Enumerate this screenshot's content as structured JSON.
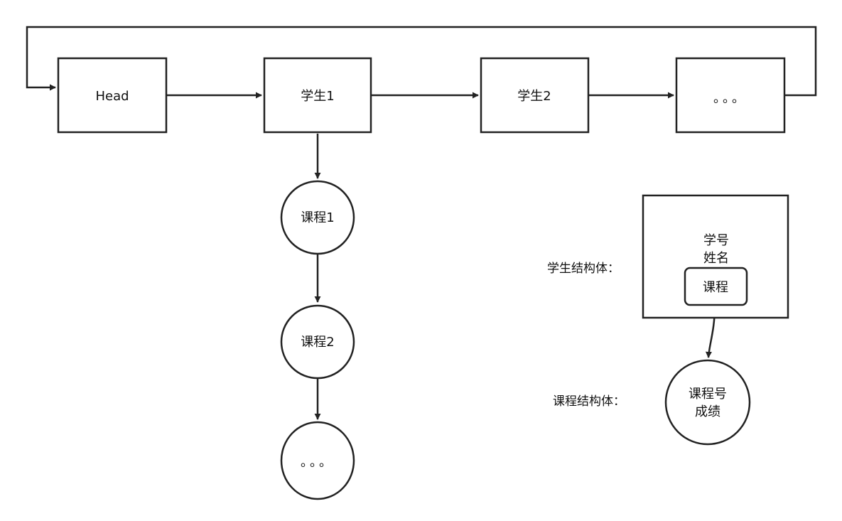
{
  "nodes": {
    "head": "Head",
    "student1": "学生1",
    "student2": "学生2",
    "student_more": "。。。",
    "course1": "课程1",
    "course2": "课程2",
    "course_more": "。。。"
  },
  "legend": {
    "student_struct_label": "学生结构体：",
    "student_fields": [
      "学号",
      "姓名"
    ],
    "student_course_field": "课程",
    "course_struct_label": "课程结构体：",
    "course_fields": [
      "课程号",
      "成绩"
    ]
  }
}
